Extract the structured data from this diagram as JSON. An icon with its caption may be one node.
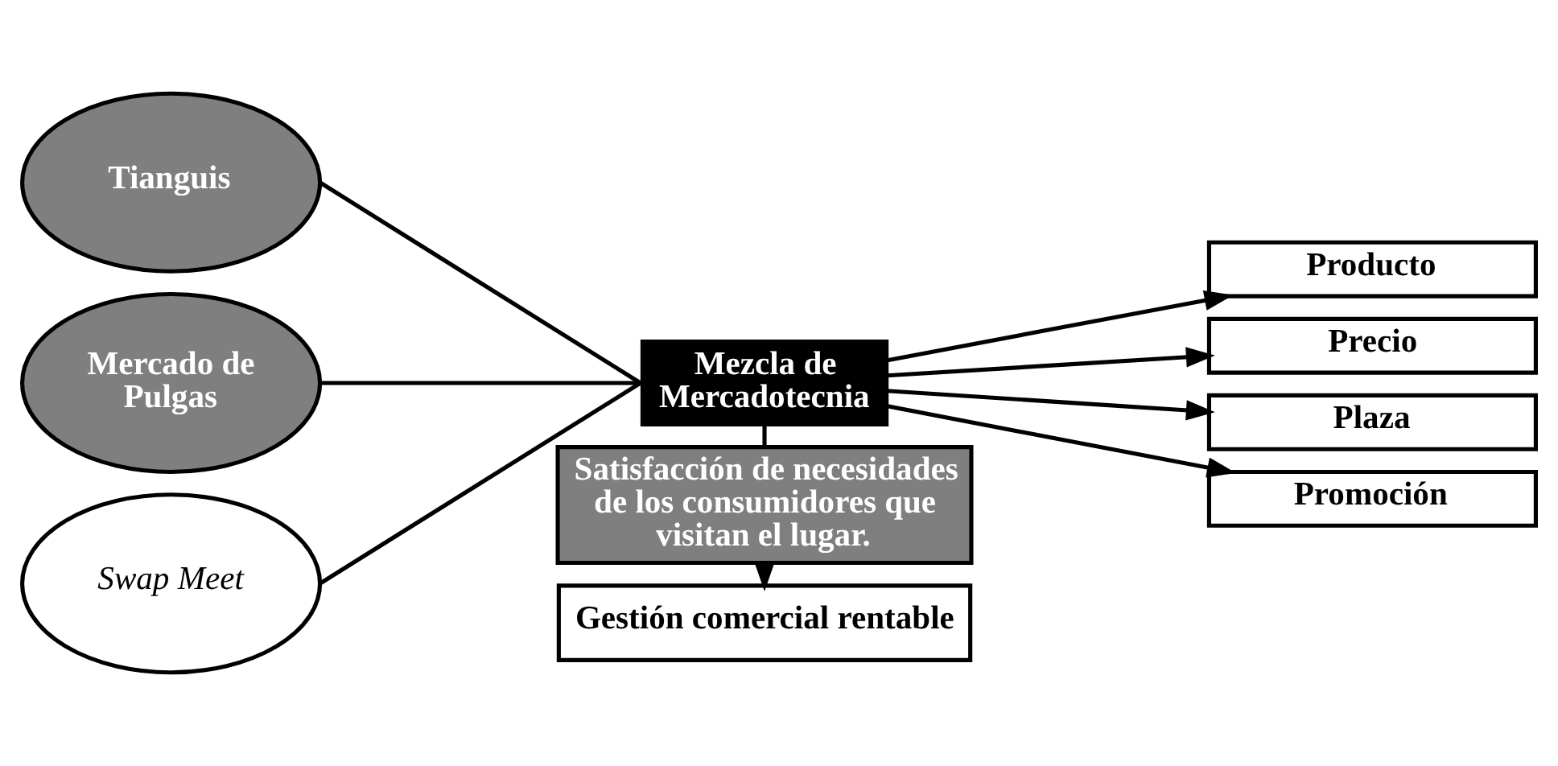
{
  "diagram": {
    "nodes": [
      {
        "text": [
          "Tianguis"
        ]
      },
      {
        "text": [
          "Mercado de Pulgas"
        ]
      },
      {
        "text": [
          "Swap Meet"
        ]
      },
      {
        "text": [
          "Mezcla de Mercadotecnia"
        ]
      },
      {
        "text": [
          "Satisfacción de necesidades de los consumidores que visitan el lugar."
        ]
      },
      {
        "text": [
          "Gestión comercial rentable"
        ]
      },
      {
        "text": [
          "Producto"
        ]
      },
      {
        "text": [
          "Precio"
        ]
      },
      {
        "text": [
          "Plaza"
        ]
      },
      {
        "text": [
          "Promoción"
        ]
      }
    ],
    "edges": [
      {
        "from": 0,
        "to": 3,
        "arrow": "none"
      },
      {
        "from": 1,
        "to": 3,
        "arrow": "none"
      },
      {
        "from": 2,
        "to": 3,
        "arrow": "none"
      },
      {
        "from": 3,
        "to": 4,
        "arrow": "none"
      },
      {
        "from": 4,
        "to": 5,
        "arrow": "to"
      },
      {
        "from": 3,
        "to": 6,
        "arrow": "to"
      },
      {
        "from": 3,
        "to": 7,
        "arrow": "to"
      },
      {
        "from": 3,
        "to": 8,
        "arrow": "to"
      },
      {
        "from": 3,
        "to": 9,
        "arrow": "to"
      }
    ]
  }
}
